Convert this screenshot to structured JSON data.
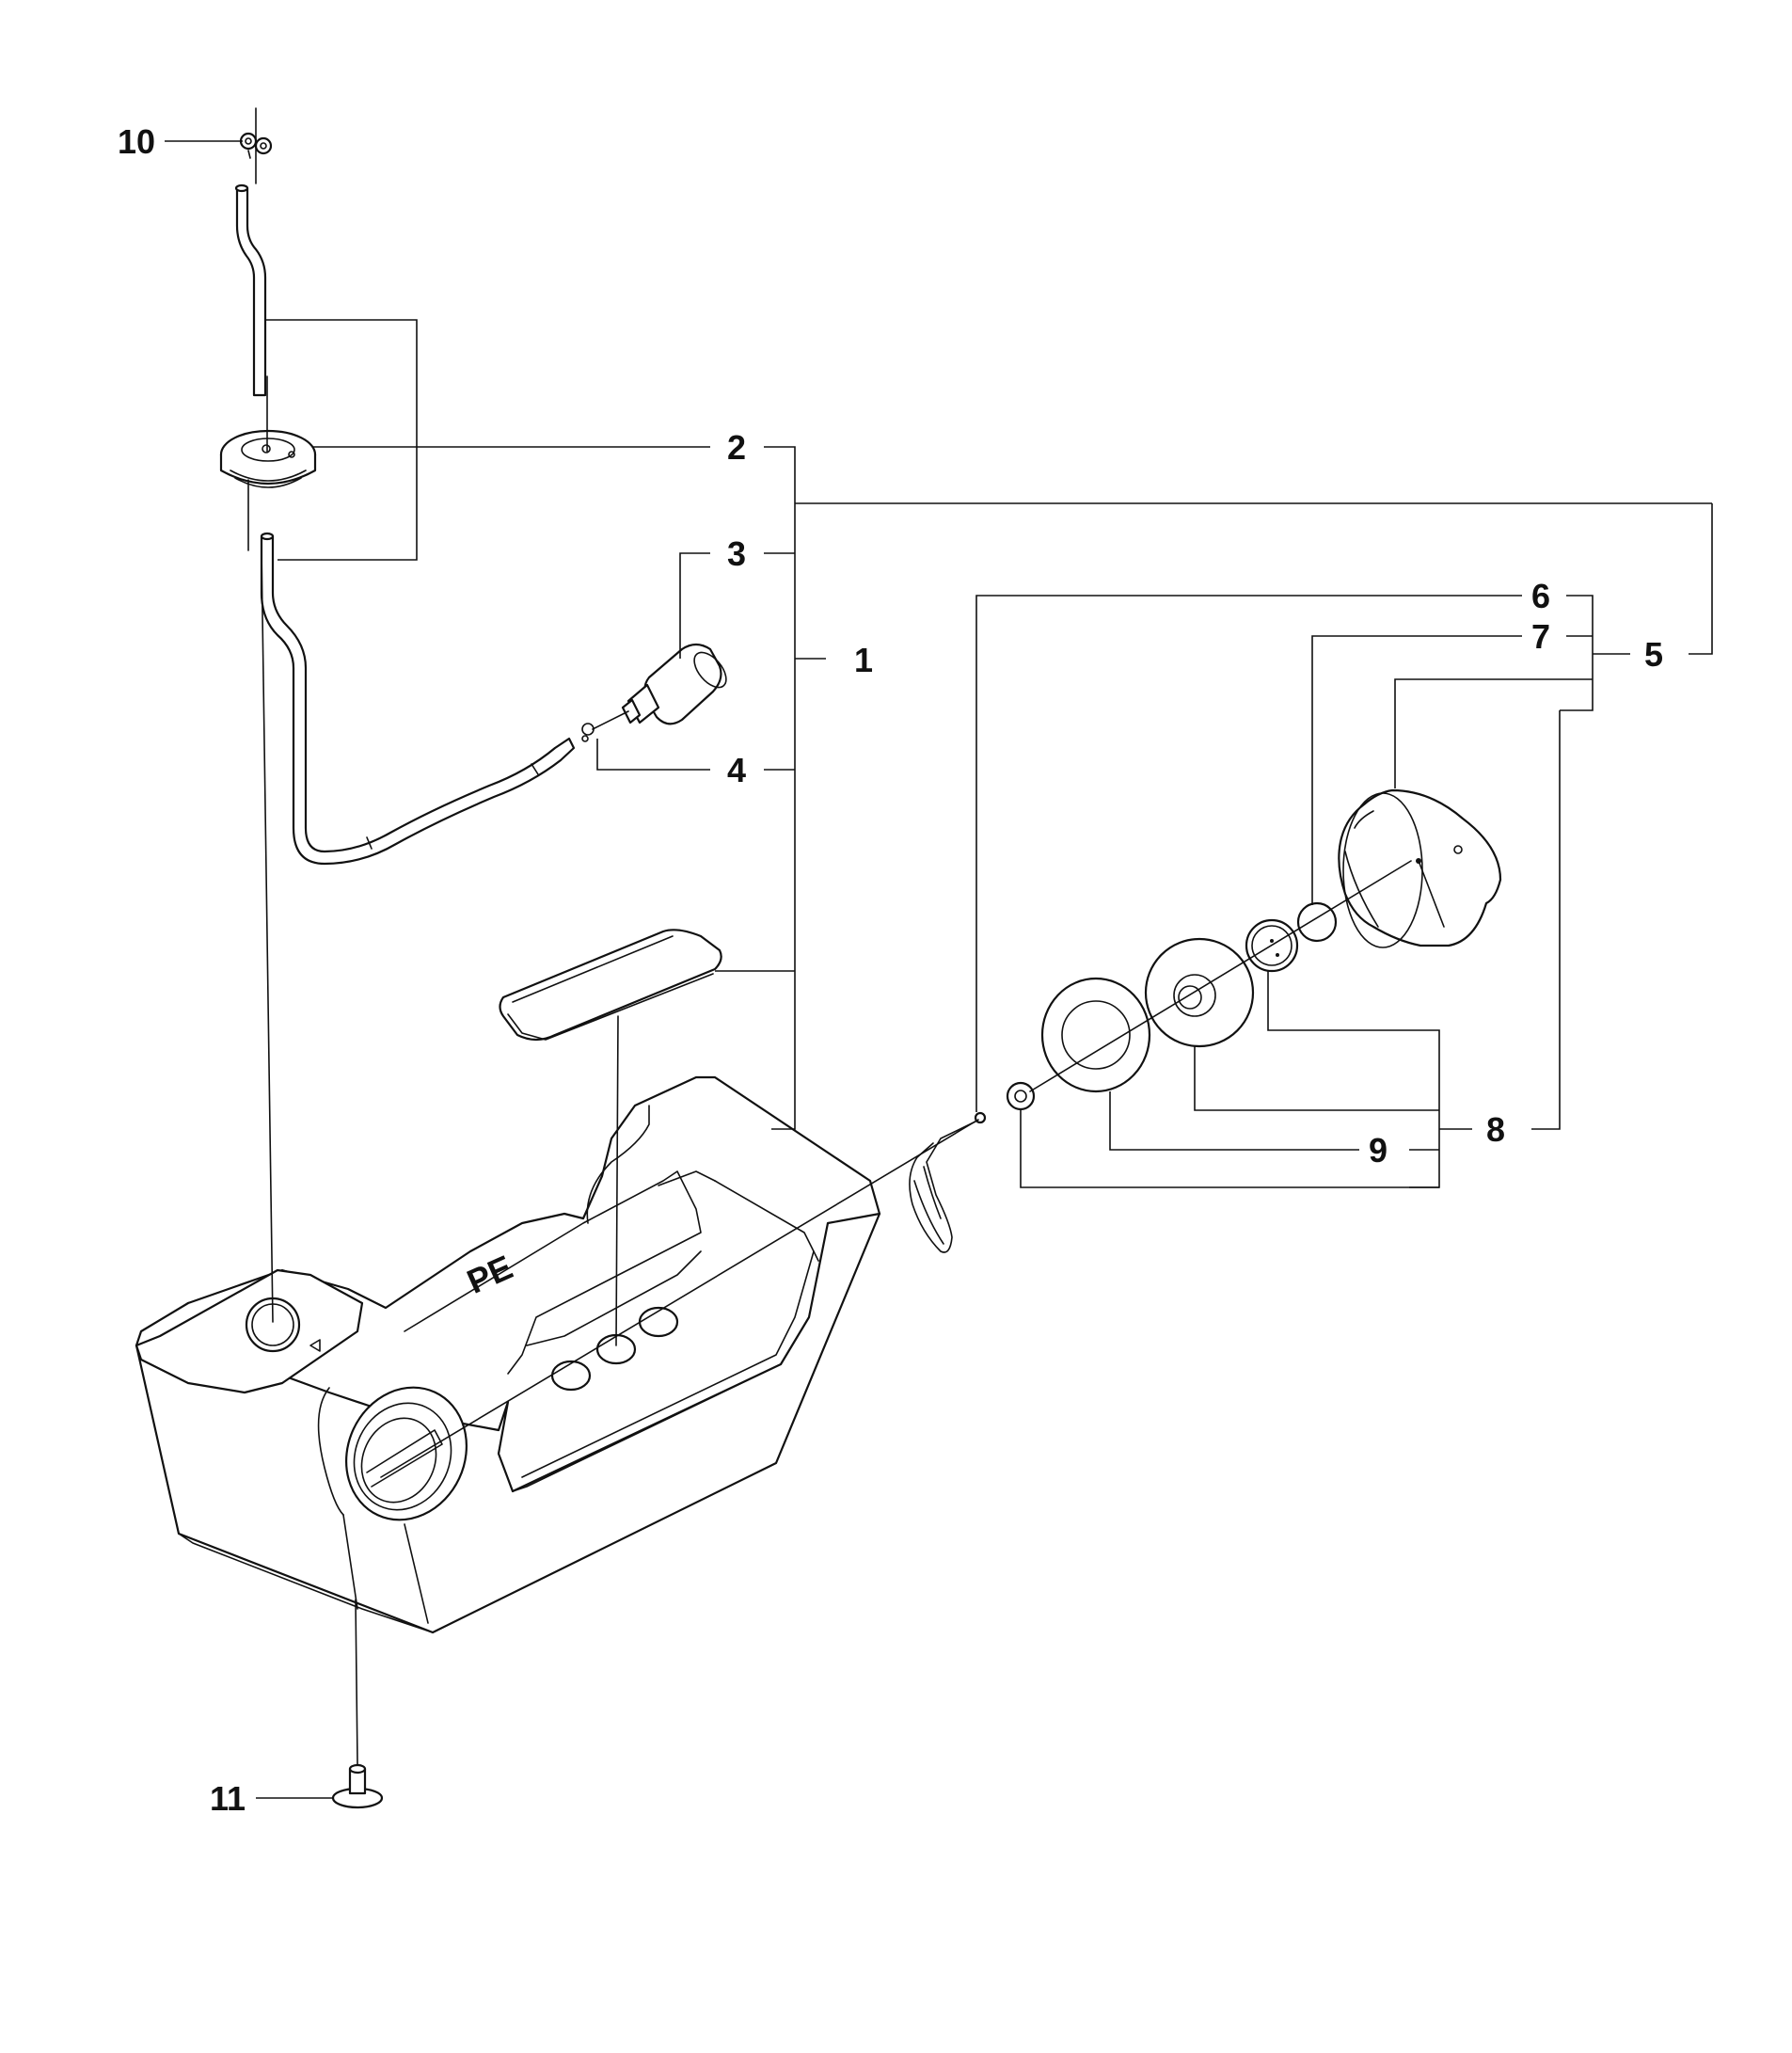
{
  "callouts": {
    "c1": "1",
    "c2": "2",
    "c3": "3",
    "c4": "4",
    "c5": "5",
    "c6": "6",
    "c7": "7",
    "c8": "8",
    "c9": "9",
    "c10": "10",
    "c11": "11"
  },
  "tank_mark": "PE",
  "colors": {
    "ink": "#111111",
    "paper": "#ffffff"
  }
}
